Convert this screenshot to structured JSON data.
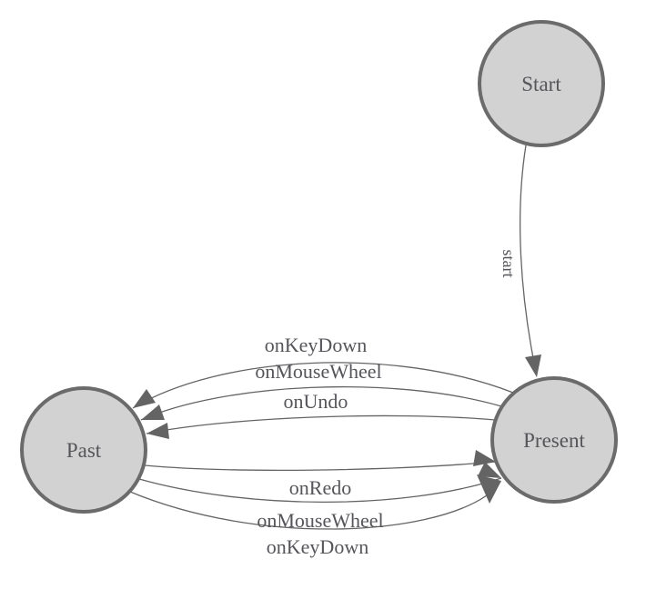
{
  "diagram": {
    "kind": "state-machine",
    "nodes": {
      "start": {
        "label": "Start"
      },
      "present": {
        "label": "Present"
      },
      "past": {
        "label": "Past"
      }
    },
    "edges": {
      "start_transition": {
        "from": "Start",
        "to": "Present",
        "label": "start"
      },
      "onkeydown_to_past": {
        "from": "Present",
        "to": "Past",
        "label": "onKeyDown"
      },
      "onmousewheel_to_past": {
        "from": "Present",
        "to": "Past",
        "label": "onMouseWheel"
      },
      "onundo_to_past": {
        "from": "Present",
        "to": "Past",
        "label": "onUndo"
      },
      "onredo_to_present": {
        "from": "Past",
        "to": "Present",
        "label": "onRedo"
      },
      "onmousewheel_to_present": {
        "from": "Past",
        "to": "Present",
        "label": "onMouseWheel"
      },
      "onkeydown_to_present": {
        "from": "Past",
        "to": "Present",
        "label": "onKeyDown"
      }
    },
    "colors": {
      "background": "#ffffff",
      "node_fill": "#d2d2d2",
      "node_stroke": "#6b6b6b",
      "edge_color": "#646464",
      "label_color": "#55555a"
    }
  }
}
